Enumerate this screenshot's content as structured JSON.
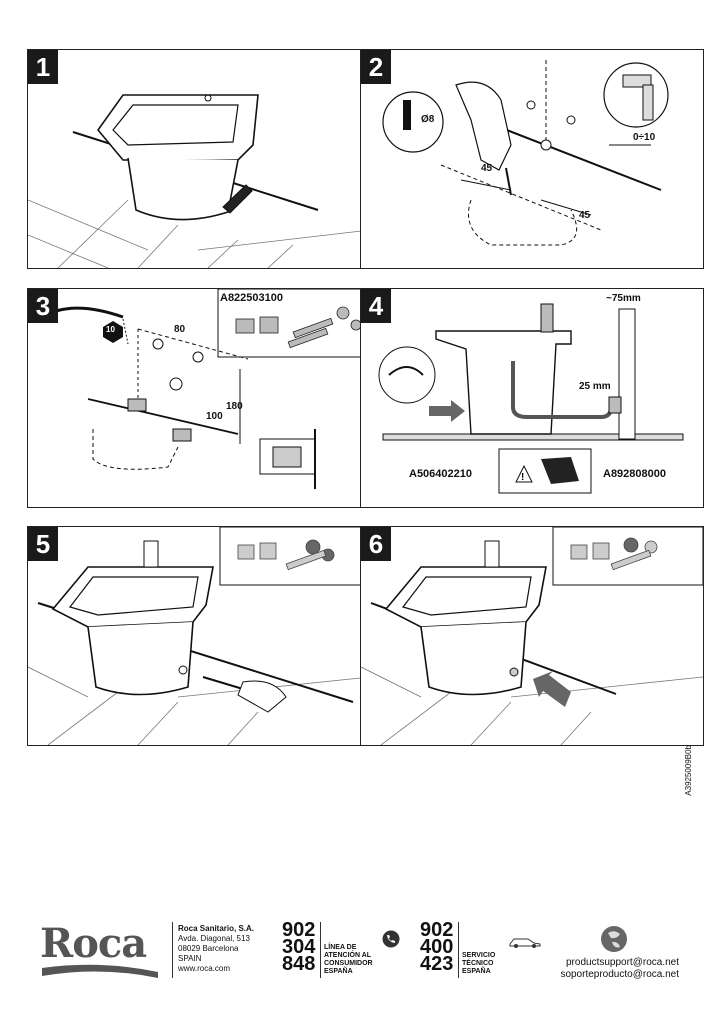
{
  "steps": [
    {
      "number": "1"
    },
    {
      "number": "2",
      "dims": {
        "drill": "Ø8",
        "gap": "0÷10",
        "left": "45",
        "right": "45"
      }
    },
    {
      "number": "3",
      "kit_code": "A822503100",
      "badge": "10",
      "dims": {
        "w": "80",
        "h1": "100",
        "h2": "180"
      }
    },
    {
      "number": "4",
      "codes": {
        "left": "A506402210",
        "right": "A892808000"
      },
      "dims": {
        "top": "~75mm",
        "side": "25 mm"
      }
    },
    {
      "number": "5"
    },
    {
      "number": "6"
    }
  ],
  "doc_reference": "A3925009B0b",
  "footer": {
    "logo": "Roca",
    "company": {
      "name": "Roca Sanitario, S.A.",
      "address1": "Avda. Diagonal, 513",
      "address2": "08029 Barcelona",
      "country": "SPAIN",
      "web": "www.roca.com"
    },
    "consumer_line": {
      "digits": [
        "902",
        "304",
        "848"
      ],
      "label": [
        "LÍNEA DE",
        "ATENCIÓN AL",
        "CONSUMIDOR",
        "ESPAÑA"
      ]
    },
    "service_line": {
      "digits": [
        "902",
        "400",
        "423"
      ],
      "label": [
        "SERVICIO",
        "TÉCNICO",
        "ESPAÑA"
      ]
    },
    "emails": [
      "productsupport@roca.net",
      "soporteproducto@roca.net"
    ]
  },
  "icons": [
    "phone-icon",
    "car-icon",
    "globe-icon",
    "warning-icon",
    "arrow-icon"
  ]
}
